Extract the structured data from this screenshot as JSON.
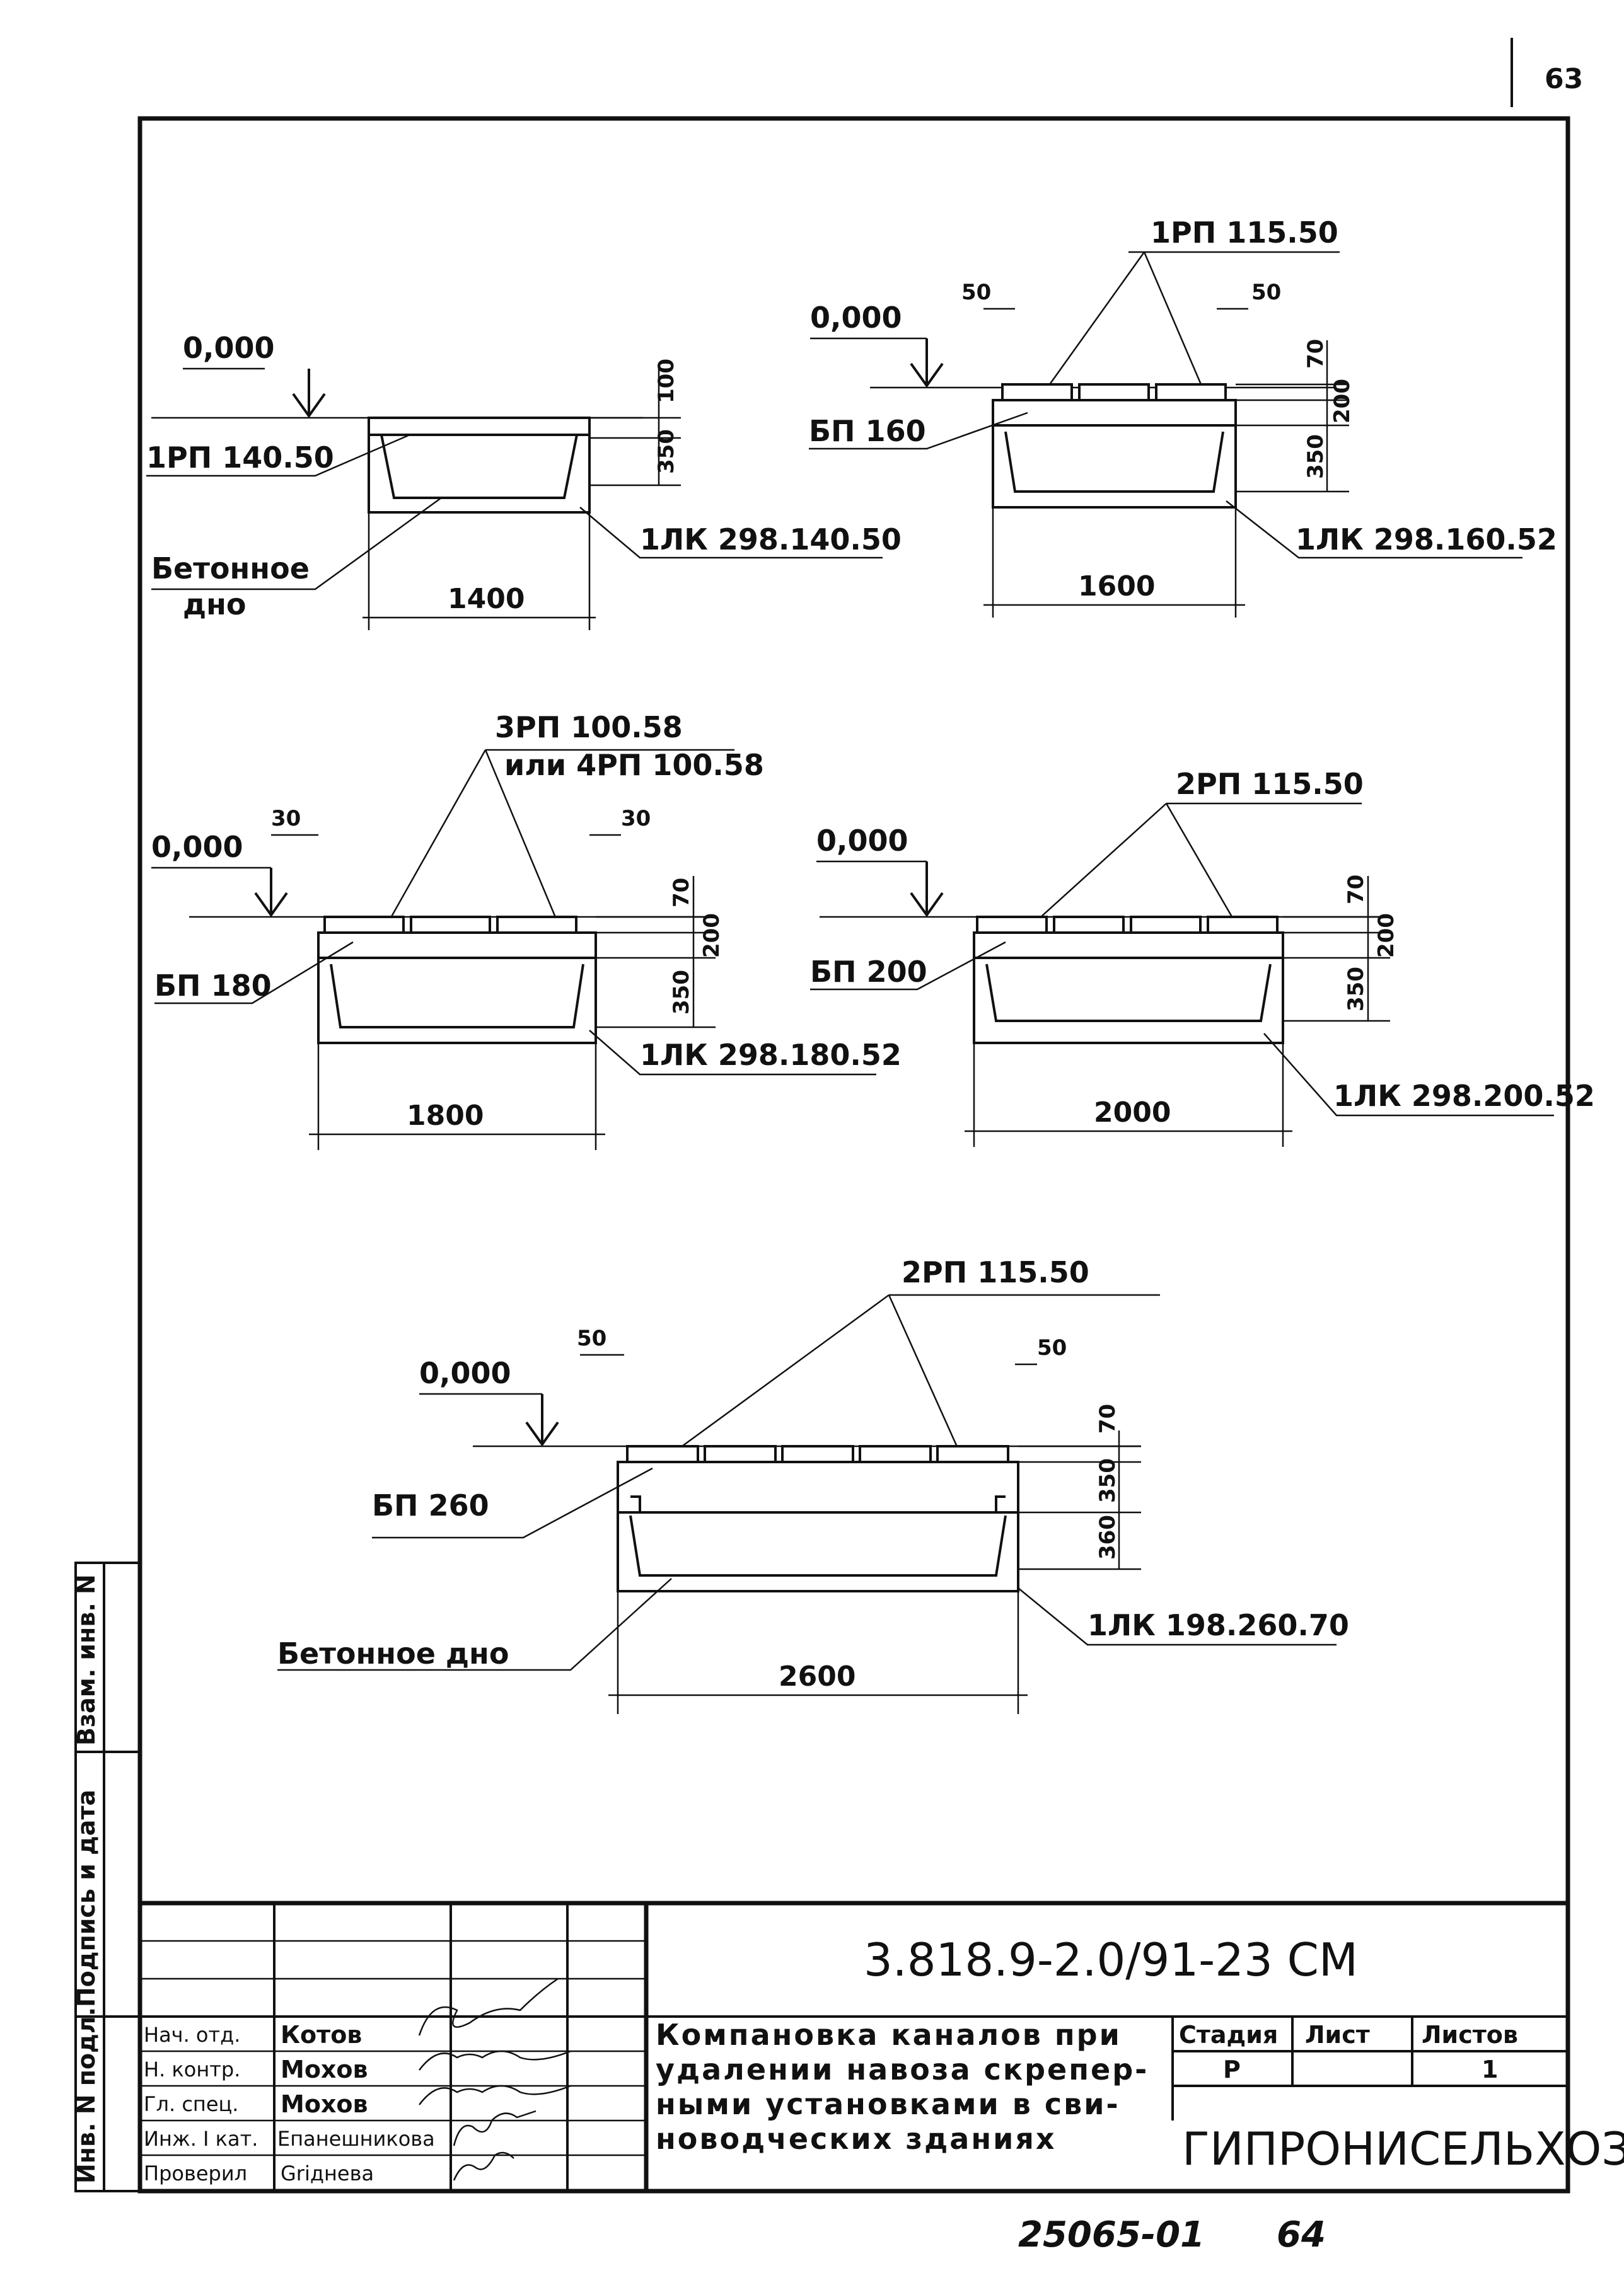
{
  "page_number": "63",
  "sheet_number": "64",
  "archive_number": "25065-01",
  "elevation_mark": "0,000",
  "beton_label_a": "Бетонное",
  "beton_label_b": "дно",
  "beton_label_full": "Бетонное дно",
  "sections": {
    "s1": {
      "slab": "1РП 140.50",
      "tray": "1ЛК 298.140.50",
      "width": "1400",
      "d1": "100",
      "d2": "350"
    },
    "s2": {
      "cover": "1РП 115.50",
      "slab": "БП 160",
      "tray": "1ЛК 298.160.52",
      "width": "1600",
      "off_l": "50",
      "off_r": "50",
      "d1": "70",
      "d2": "200",
      "d3": "350"
    },
    "s3": {
      "cover": "3РП 100.58",
      "cover_alt": "или 4РП 100.58",
      "slab": "БП 180",
      "tray": "1ЛК 298.180.52",
      "width": "1800",
      "off_l": "30",
      "off_r": "30",
      "d1": "70",
      "d2": "200",
      "d3": "350"
    },
    "s4": {
      "cover": "2РП 115.50",
      "slab": "БП 200",
      "tray": "1ЛК 298.200.52",
      "width": "2000",
      "d1": "70",
      "d2": "200",
      "d3": "350"
    },
    "s5": {
      "cover": "2РП 115.50",
      "slab": "БП 260",
      "tray": "1ЛК 198.260.70",
      "width": "2600",
      "off_l": "50",
      "off_r": "50",
      "d1": "70",
      "d2": "350",
      "d3": "360"
    }
  },
  "side_stamp": [
    "Взам. инв. N",
    "Подпись и дата",
    "Инв. N подл."
  ],
  "title_block": {
    "code": "3.818.9-2.0/91-23 СМ",
    "title_lines": [
      "Компановка каналов при",
      "удалении навоза скрепер-",
      "ными установками в сви-",
      "новодческих зданиях"
    ],
    "roles": [
      {
        "role": "Нач. отд.",
        "name": "Котов"
      },
      {
        "role": "Н. контр.",
        "name": "Мохов"
      },
      {
        "role": "Гл. спец.",
        "name": "Мохов"
      },
      {
        "role": "Инж. I кат.",
        "name": "Епанешникова"
      },
      {
        "role": "Проверил",
        "name": "Griднева"
      }
    ],
    "stage_header": "Стадия",
    "sheet_header": "Лист",
    "sheets_header": "Листов",
    "stage": "Р",
    "sheet": "",
    "sheets": "1",
    "organization": "ГИПРОНИСЕЛЬХОЗ"
  }
}
